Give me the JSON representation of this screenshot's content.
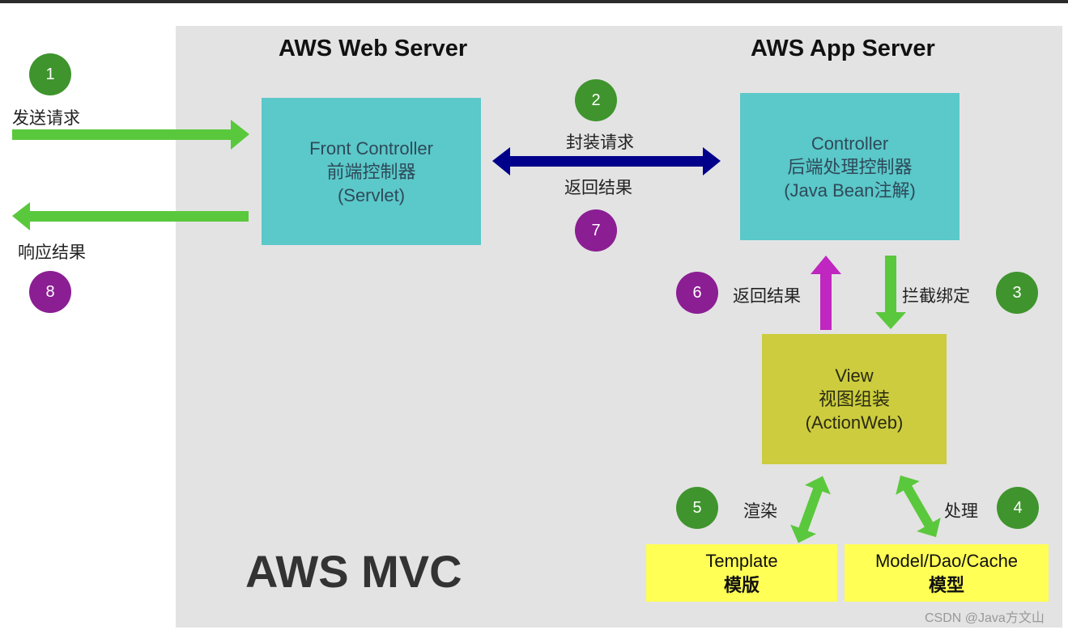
{
  "title": "AWS MVC",
  "watermark": "CSDN @Java方文山",
  "sections": {
    "web_server": "AWS Web Server",
    "app_server": "AWS App Server"
  },
  "boxes": {
    "front_controller": [
      "Front Controller",
      "前端控制器",
      "(Servlet)"
    ],
    "controller": [
      "Controller",
      "后端处理控制器",
      "(Java Bean注解)"
    ],
    "view": [
      "View",
      "视图组装",
      "(ActionWeb)"
    ],
    "template": [
      "Template",
      "模版"
    ],
    "model": [
      "Model/Dao/Cache",
      "模型"
    ]
  },
  "steps": [
    {
      "num": "1",
      "label": "发送请求",
      "color": "#3f942d"
    },
    {
      "num": "2",
      "label": "封装请求",
      "color": "#3f942d"
    },
    {
      "num": "3",
      "label": "拦截绑定",
      "color": "#3f942d"
    },
    {
      "num": "4",
      "label": "处理",
      "color": "#3f942d"
    },
    {
      "num": "5",
      "label": "渲染",
      "color": "#3f942d"
    },
    {
      "num": "6",
      "label": "返回结果",
      "color": "#8b1e93"
    },
    {
      "num": "7",
      "label": "返回结果",
      "color": "#8b1e93"
    },
    {
      "num": "8",
      "label": "响应结果",
      "color": "#8b1e93"
    }
  ],
  "colors": {
    "arrow_green": "#5ac83c",
    "arrow_navy": "#00008b",
    "arrow_magenta": "#c026c0",
    "box_teal": "#5bc8c9",
    "box_olive": "#cccc3e",
    "box_yellow": "#ffff55"
  }
}
